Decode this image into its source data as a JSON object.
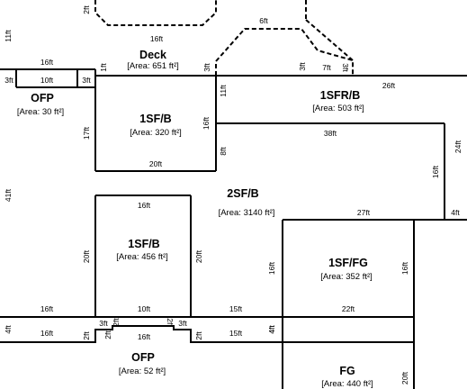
{
  "rooms": [
    {
      "id": "deck",
      "label": "Deck",
      "area": "[Area: 651 ft²]"
    },
    {
      "id": "ofp-top",
      "label": "OFP",
      "area": "[Area: 30 ft²]"
    },
    {
      "id": "1sfb-top",
      "label": "1SF/B",
      "area": "[Area: 320 ft²]"
    },
    {
      "id": "1sfrb",
      "label": "1SFR/B",
      "area": "[Area: 503 ft²]"
    },
    {
      "id": "2sfb",
      "label": "2SF/B",
      "area": "[Area: 3140 ft²]"
    },
    {
      "id": "1sfb-mid",
      "label": "1SF/B",
      "area": "[Area: 456 ft²]"
    },
    {
      "id": "1sffg",
      "label": "1SF/FG",
      "area": "[Area: 352 ft²]"
    },
    {
      "id": "ofp-bottom",
      "label": "OFP",
      "area": "[Area: 52 ft²]"
    },
    {
      "id": "fg",
      "label": "FG",
      "area": "[Area: 440 ft²]"
    }
  ],
  "dimensions": [
    "2ft",
    "6ft",
    "11ft",
    "16ft",
    "3ft",
    "3ft",
    "7ft",
    "3ft",
    "16ft",
    "10ft",
    "3ft",
    "1ft",
    "3ft",
    "11ft",
    "26ft",
    "17ft",
    "16ft",
    "8ft",
    "38ft",
    "20ft",
    "41ft",
    "24ft",
    "16ft",
    "16ft",
    "27ft",
    "4ft",
    "20ft",
    "20ft",
    "16ft",
    "16ft",
    "16ft",
    "10ft",
    "15ft",
    "22ft",
    "4ft",
    "3ft",
    "2ft",
    "3ft",
    "4ft",
    "16ft",
    "2ft",
    "2ft",
    "2ft",
    "16ft",
    "2ft",
    "15ft",
    "4ft",
    "20ft"
  ]
}
